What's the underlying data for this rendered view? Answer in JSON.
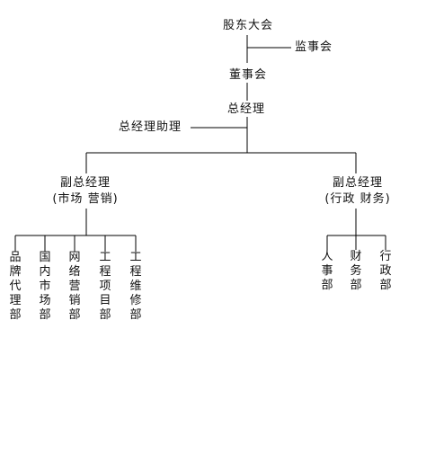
{
  "org": {
    "shareholders_meeting": "股东大会",
    "supervisory_board": "监事会",
    "board_of_directors": "董事会",
    "general_manager": "总经理",
    "gm_assistant": "总经理助理",
    "deputy_marketing": {
      "title": "副总经理",
      "subtitle": "(市场 营销)"
    },
    "deputy_admin": {
      "title": "副总经理",
      "subtitle": "(行政 财务)"
    },
    "marketing_departments": [
      "品牌代理部",
      "国内市场部",
      "网络营销部",
      "工程项目部",
      "工程维修部"
    ],
    "admin_departments": [
      "人事部",
      "财务部",
      "行政部"
    ]
  },
  "colors": {
    "line": "#000000",
    "text": "#111111",
    "background": "#ffffff"
  }
}
